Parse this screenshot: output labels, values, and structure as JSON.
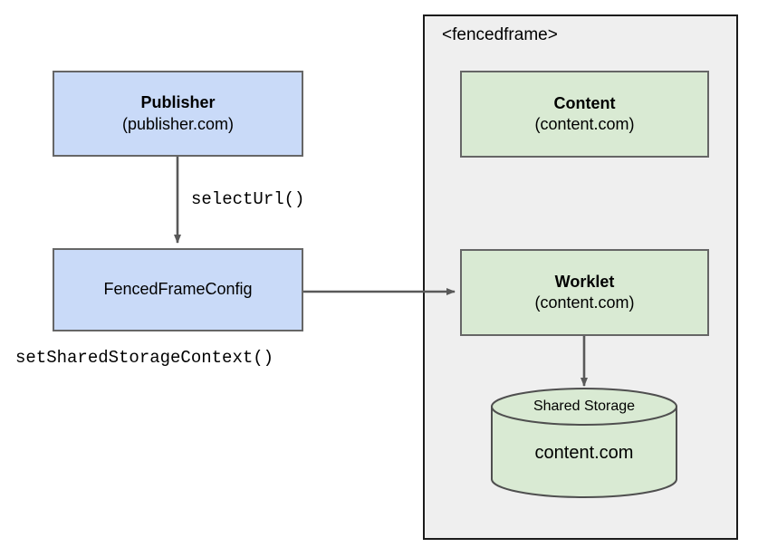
{
  "diagram": {
    "background_color": "#ffffff",
    "fill_blue": "#c9daf8",
    "fill_green": "#d9ead3",
    "fill_frame": "#efefef",
    "stroke_node": "#666666",
    "stroke_frame": "#1b1b1b",
    "arrow_color": "#595959"
  },
  "fencedframe": {
    "label": "<fencedframe>"
  },
  "publisher": {
    "title": "Publisher",
    "subtitle": "(publisher.com)"
  },
  "fenced_frame_config": {
    "title": "FencedFrameConfig"
  },
  "content": {
    "title": "Content",
    "subtitle": "(content.com)"
  },
  "worklet": {
    "title": "Worklet",
    "subtitle": "(content.com)"
  },
  "shared_storage": {
    "top_label": "Shared Storage",
    "body_label": "content.com"
  },
  "edges": {
    "select_url": "selectUrl()",
    "set_shared_storage_context": "setSharedStorageContext()"
  }
}
